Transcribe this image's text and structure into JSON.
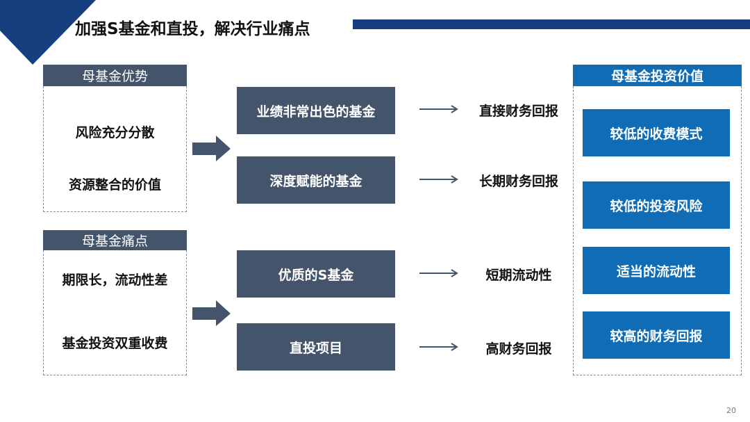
{
  "title": "加强S基金和直投，解决行业痛点",
  "left": {
    "advantages": {
      "header": "母基金优势",
      "items": [
        "风险充分分散",
        "资源整合的价值"
      ]
    },
    "pain_points": {
      "header": "母基金痛点",
      "items": [
        "期限长，流动性差",
        "基金投资双重收费"
      ]
    }
  },
  "middle": [
    {
      "box": "业绩非常出色的基金",
      "result": "直接财务回报"
    },
    {
      "box": "深度赋能的基金",
      "result": "长期财务回报"
    },
    {
      "box": "优质的S基金",
      "result": "短期流动性"
    },
    {
      "box": "直投项目",
      "result": "高财务回报"
    }
  ],
  "right": {
    "header": "母基金投资价值",
    "items": [
      "较低的收费模式",
      "较低的投资风险",
      "适当的流动性",
      "较高的财务回报"
    ]
  },
  "page_number": "20",
  "colors": {
    "navy": "#163c7c",
    "slate": "#44546a",
    "blue": "#0f6cb5"
  }
}
